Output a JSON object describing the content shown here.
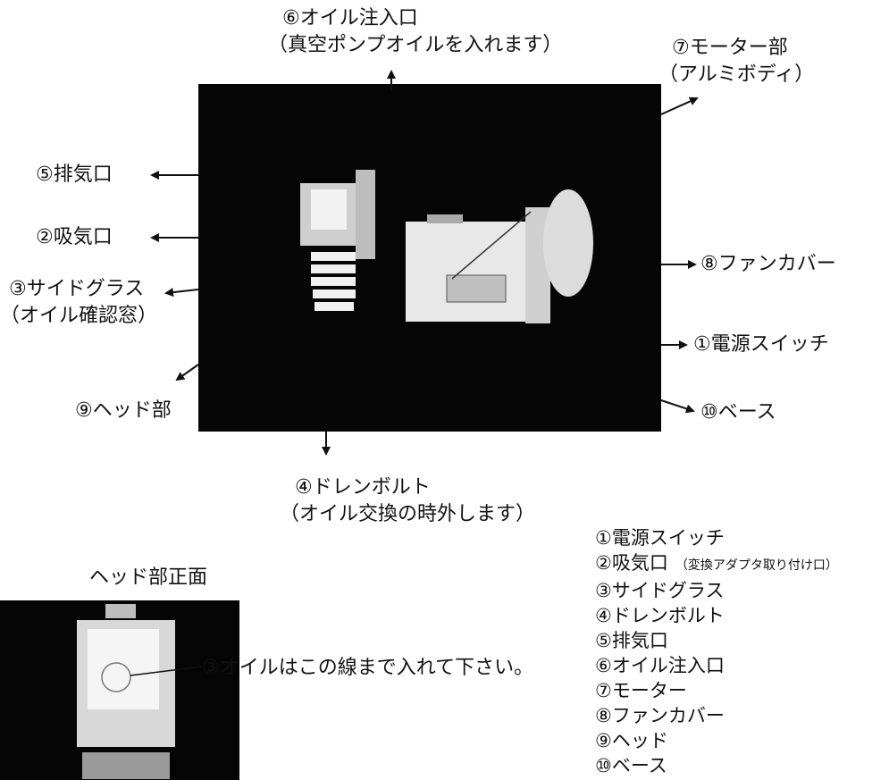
{
  "colors": {
    "photo_bg": "#050505",
    "ink": "#111111"
  },
  "callouts": {
    "oil_inlet": {
      "title": "⑥オイル注入口",
      "note": "（真空ポンプオイルを入れます）"
    },
    "motor": {
      "title": "⑦モーター部",
      "note": "（アルミボディ）"
    },
    "exhaust": "⑤排気口",
    "intake": "②吸気口",
    "sight_glass": {
      "title": "③サイドグラス",
      "note": "（オイル確認窓）"
    },
    "head": "⑨ヘッド部",
    "fan_cover": "⑧ファンカバー",
    "power_switch": "①電源スイッチ",
    "base": "⑩ベース",
    "drain_bolt": {
      "title": "④ドレンボルト",
      "note": "（オイル交換の時外します）"
    }
  },
  "head_front": {
    "caption": "ヘッド部正面",
    "oil_line_note": "③オイルはこの線まで入れて下さい。"
  },
  "legend": [
    {
      "label": "①電源スイッチ",
      "note": ""
    },
    {
      "label": "②吸気口",
      "note": "（変換アダプタ取り付け口）"
    },
    {
      "label": "③サイドグラス",
      "note": ""
    },
    {
      "label": "④ドレンボルト",
      "note": ""
    },
    {
      "label": "⑤排気口",
      "note": ""
    },
    {
      "label": "⑥オイル注入口",
      "note": ""
    },
    {
      "label": "⑦モーター",
      "note": ""
    },
    {
      "label": "⑧ファンカバー",
      "note": ""
    },
    {
      "label": "⑨ヘッド",
      "note": ""
    },
    {
      "label": "⑩ベース",
      "note": ""
    }
  ]
}
